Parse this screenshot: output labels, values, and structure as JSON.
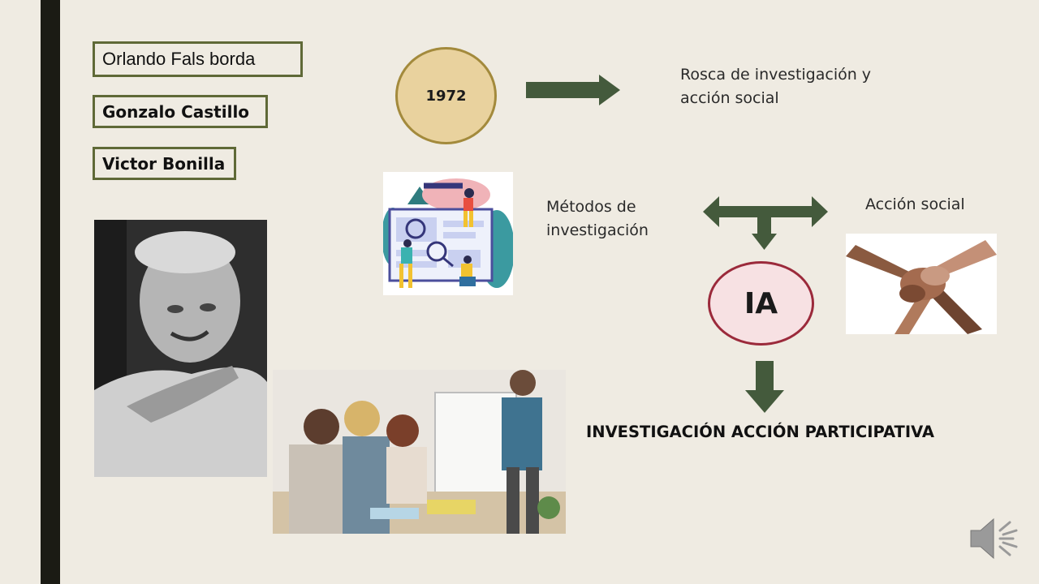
{
  "authors": [
    "Orlando Fals borda",
    "Gonzalo Castillo",
    "Victor Bonilla"
  ],
  "year": "1972",
  "rosca_text": "Rosca de investigación y acción social",
  "metodos_text": "Métodos de investigación",
  "accion_social": "Acción social",
  "ia": "IA",
  "result": "INVESTIGACIÓN ACCIÓN PARTICIPATIVA",
  "colors": {
    "background": "#efebe2",
    "sidebar": "#1b1b14",
    "box_border": "#5f6937",
    "arrow": "#445a3c",
    "year_fill": "#e9d29e",
    "ia_fill": "#f7e1e3",
    "ia_border": "#9b2a3b"
  },
  "icons": [
    "speaker-icon"
  ]
}
